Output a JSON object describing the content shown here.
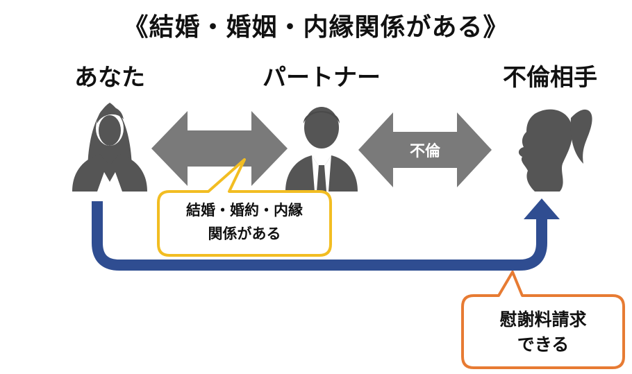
{
  "title": "《結婚・婚姻・内縁関係がある》",
  "people": {
    "you": "あなた",
    "partner": "パートナー",
    "affair_partner": "不倫相手"
  },
  "arrow_right_label": "不倫",
  "marriage_bubble": {
    "line1": "結婚・婚約・内縁",
    "line2": "関係がある"
  },
  "claim_bubble": {
    "line1": "慰謝料請求",
    "line2": "できる"
  },
  "colors": {
    "icon": "#555555",
    "arrow_gray": "#7a7a7a",
    "flow_blue": "#2f4d91",
    "bubble_yellow": "#f2bd22",
    "bubble_orange": "#e77b33"
  },
  "icons": [
    "woman-icon",
    "businessman-icon",
    "ponytail-woman-silhouette-icon"
  ]
}
